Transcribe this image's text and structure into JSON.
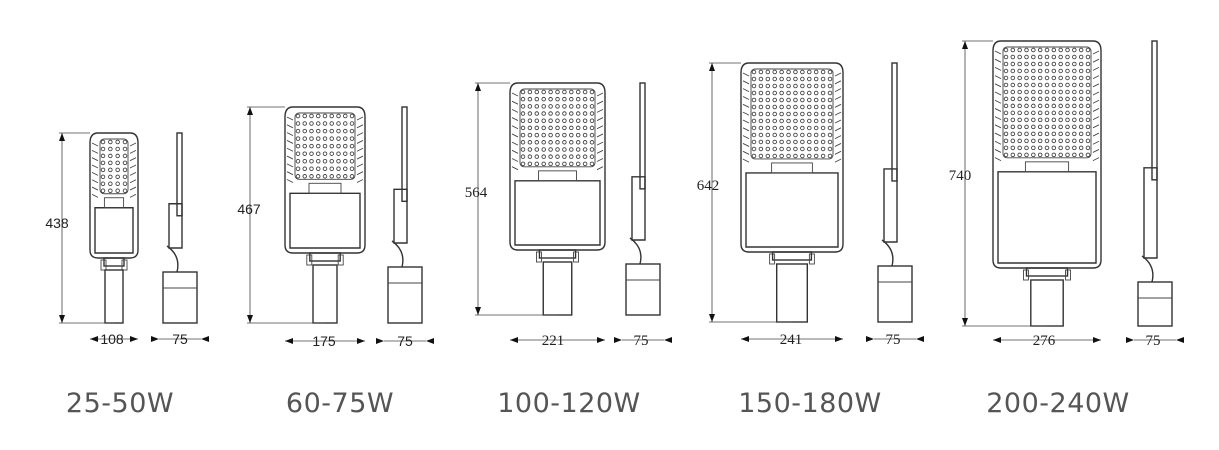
{
  "products": [
    {
      "wattage": "25-50W",
      "height": "438",
      "width": "108",
      "depth": "75",
      "font": "sans"
    },
    {
      "wattage": "60-75W",
      "height": "467",
      "width": "175",
      "depth": "75",
      "font": "sans"
    },
    {
      "wattage": "100-120W",
      "height": "564",
      "width": "221",
      "depth": "75",
      "font": "serif"
    },
    {
      "wattage": "150-180W",
      "height": "642",
      "width": "241",
      "depth": "75",
      "font": "serif"
    },
    {
      "wattage": "200-240W",
      "height": "740",
      "width": "276",
      "depth": "75",
      "font": "serif"
    }
  ],
  "colors": {
    "line": "#333333",
    "text": "#222222",
    "wattage": "#555555"
  }
}
